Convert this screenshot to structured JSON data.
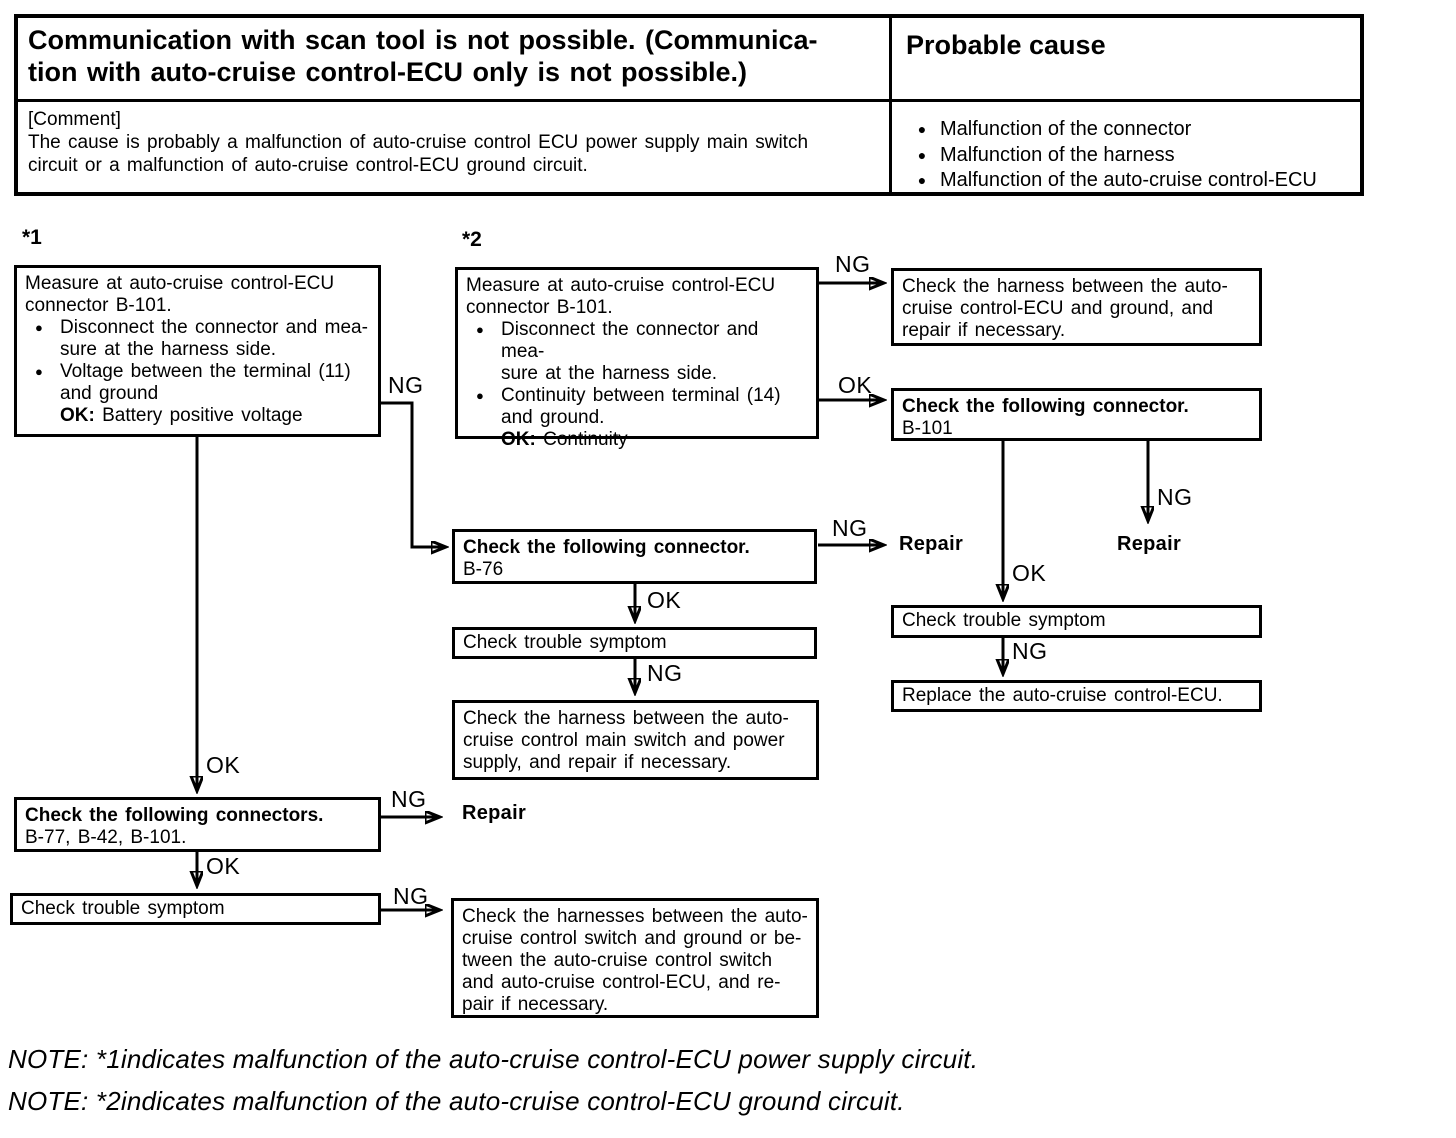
{
  "header": {
    "title_lines": [
      "Communication with scan tool is not possible. (Communica-",
      "tion with auto-cruise control-ECU only is not possible.)"
    ],
    "probable_cause_label": "Probable cause",
    "comment_tag": "[Comment]",
    "comment_lines": [
      "The cause is probably a malfunction of auto-cruise control ECU power supply main switch",
      "circuit or a malfunction of auto-cruise control-ECU ground circuit."
    ],
    "bullet": "●",
    "causes": {
      "c1": "Malfunction of the connector",
      "c2": "Malfunction of the harness",
      "c3": "Malfunction of the auto-cruise control-ECU"
    }
  },
  "flow": {
    "ref1": "*1",
    "ref2": "*2",
    "bullet": "●",
    "ng_label": "NG",
    "ok_label": "OK",
    "repair_label": "Repair",
    "trouble_symptom": "Check trouble symptom",
    "box1": {
      "head": [
        "Measure at auto-cruise control-ECU",
        "connector B-101."
      ],
      "bullet1": [
        "Disconnect the connector and mea-",
        "sure at the harness side."
      ],
      "bullet2": [
        "Voltage between the terminal (11)",
        "and ground"
      ],
      "ok_label": "OK:",
      "ok_text": " Battery positive voltage"
    },
    "box2": {
      "head": [
        "Measure at auto-cruise control-ECU",
        "connector B-101."
      ],
      "bullet1": [
        "Disconnect the connector and mea-",
        "sure at the harness side."
      ],
      "bullet2": [
        "Continuity between terminal (14)",
        "and ground."
      ],
      "ok_label": "OK:",
      "ok_text": " Continuity"
    },
    "harness_ground_box": [
      "Check the harness between the auto-",
      "cruise control-ECU and ground, and",
      "repair if necessary."
    ],
    "connector_b101_box": {
      "head": "Check the following connector.",
      "detail": "B-101"
    },
    "connector_b76_box": {
      "head": "Check the following connector.",
      "detail": "B-76"
    },
    "connectors_box": {
      "head": "Check the following connectors.",
      "detail": "B-77, B-42, B-101."
    },
    "replace_ecu_box": "Replace the auto-cruise control-ECU.",
    "main_switch_box": [
      "Check the harness between the auto-",
      "cruise control main switch and power",
      "supply, and repair if necessary."
    ],
    "harnesses_switch_box": [
      "Check the harnesses between the auto-",
      "cruise control switch and ground or be-",
      "tween the auto-cruise control switch",
      "and auto-cruise control-ECU, and re-",
      "pair if necessary."
    ]
  },
  "notes": {
    "note1": {
      "prefix": "NOTE: ",
      "marker": "*1",
      "text": "indicates malfunction of the auto-cruise control-ECU power supply circuit."
    },
    "note2": {
      "prefix": "NOTE: ",
      "marker": "*2",
      "text": "indicates malfunction of the auto-cruise control-ECU ground circuit."
    }
  }
}
